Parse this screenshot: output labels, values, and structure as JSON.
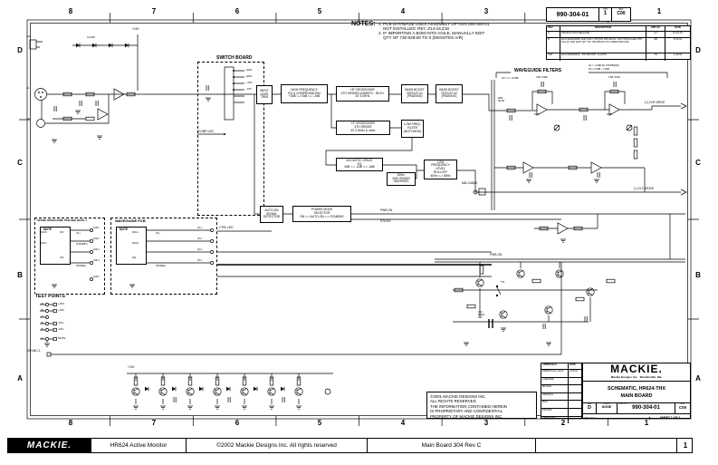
{
  "zones": {
    "top": [
      "8",
      "7",
      "6",
      "5",
      "4",
      "3",
      "1"
    ],
    "bottom": [
      "8",
      "7",
      "6",
      "5",
      "4",
      "3",
      "2",
      "1"
    ],
    "left": [
      "D",
      "C",
      "B",
      "A"
    ],
    "right": [
      "D",
      "C",
      "B",
      "A"
    ]
  },
  "doc_strip": {
    "num": "990-304-01",
    "sht_label": "SHT",
    "sht": "1",
    "rev_label": "REV",
    "rev": "C00"
  },
  "rev_table": {
    "h_rev": "REV",
    "h_desc": "DESCRIPTION",
    "h_app": "APP. BY",
    "h_date": "DATE",
    "rows": [
      {
        "rev": "A",
        "desc": "PRODUCTION RELEASE",
        "app": "AJ",
        "date": "10-22-01"
      },
      {
        "rev": "B",
        "desc": "ECO E00003358: ADD ASSY OPTION 055-304-01. NOT INSTALLED: R57, Z14-16, Z18. EDIT QTY OF 730-028-00 TO 0 (DENOTES A/R)",
        "app": "AB",
        "date": "5-14-01"
      },
      {
        "rev": "C00",
        "desc": "ECO E00004431 - KSTOR MOT. & CAPS",
        "app": "TN",
        "date": "1-28-02"
      }
    ]
  },
  "notes": {
    "title": "NOTES:",
    "body": "1. PCB DATABASE USES ASSEMBLY OPTION 055-304-01\n    NOT INSTALLED: R57, Z14-16,Z18\n2. IF IMPORTING A BOM INTO AGILE, MANUALLY EDIT\n    QTY OF 730-028-00 TO 0 (DENOTES A/R)"
  },
  "sections": {
    "switch_board": "SWITCH BOARD",
    "waveguide_filters": "WAVEGUIDE FILTERS",
    "spare_pcb": "SPARE WAVEGUIDE PCB-SEE NOTE 1",
    "waveguide_pcb": "WAVEGUIDE PCB",
    "mute": "MUTE",
    "test_points": "TEST POINTS"
  },
  "blocks": {
    "input": "INPUT\nLEVEL\nTRIM",
    "hf_eq": "HIGH FREQUENCY\nEQ & COMPENSATION\n+2dB <-> 0dB <-> -2dB",
    "hf_xover": "HF CROSSOVER\n4TH ORDER LINKWITZ - RILEY\nAT 3.0KHz",
    "bass1": "BASS BOOST\nCIRCUIT #1\n(PEAKING)",
    "bass2": "BASS BOOST\nCIRCUIT #2\n(PEAKING)",
    "lf_xover": "LF CROSSOVER\n4TH ORDER\nAT 3.0KHz & 44Hz",
    "notch": "LOW FREQ.\nFILTER\n(NOTCHING)",
    "acoustic": "ACOUSTIC SPACE\nEQ\n0dB <-> -2dB <-> -4dB",
    "hp80": "80Hz\n2ND ORDER\nHIGHPASS",
    "rolloff": "LOW\nFREQUENCY\nLEVEL\nROLLOFF\n40Hz <-> 80Hz",
    "auto_on": "AUTO-ON\nSIGNAL\nDETECTOR",
    "pwr_mode": "POWER MODE\nSELECTOR\nON <-> AUTO-ON <-> STANDBY"
  },
  "signals": {
    "comp_led": "COMP-LED",
    "ctrl_led": "CTRL-LED",
    "chf": "(+)-CHF-DRIVE",
    "clf": "(+)-CLF-DRIVE",
    "pwr_on": "PWR-ON",
    "std_by": "STD-BY",
    "drvmc": "DRVMC-1",
    "mid_cable": "MID-CABLE",
    "p15": "+15V"
  },
  "switch_board": {
    "pins": [
      "GND",
      "GND",
      "+15V",
      "-15V"
    ]
  },
  "test_points": {
    "rows": [
      {
        "pin": "J5",
        "net": "+15V"
      },
      {
        "pin": "J6",
        "net": "+15V"
      },
      {
        "pin": "J7",
        "net": ""
      },
      {
        "pin": "J8",
        "net": "-15V"
      },
      {
        "pin": "J9",
        "net": "-15V"
      },
      {
        "pin": "J2",
        "net": "MUTE"
      }
    ]
  },
  "spare_pcb": {
    "pins": [
      "Z18-1",
      "Z18-2",
      "Z18-3",
      "Z18-4",
      "Z18-5"
    ],
    "parts": [
      "Z16-B",
      "Z16-A",
      "Z14",
      "Z15"
    ],
    "leds": [
      "(XL)",
      "(STANDBY)",
      "(POWER)"
    ]
  },
  "waveguide_pcb": {
    "pins": [
      "J8-1",
      "J8-2",
      "J8-3",
      "J8-4"
    ],
    "parts": [
      "D20-A",
      "D20-B",
      "D22"
    ],
    "leds": [
      "(XL)",
      "(POWER)"
    ]
  },
  "waveguide_filters": {
    "gain": "HV = 0 - 8.0dB",
    "note1": "AV = -3.0dB (IN STOPBAND)",
    "note2": "PK = 0.5dB ~ 2.5dB",
    "c1": "C56 .039F",
    "c2": "C58 .022F",
    "r1": "R56\n49.9K",
    "z1": "Z5-A",
    "z2": "Z5-B"
  },
  "power": {
    "c41": "C41\n680uF\n25V",
    "t41": "T41"
  },
  "input_sec": {
    "j23": "J23",
    "j1": "J1",
    "j21": "J21",
    "d": "LL4148"
  },
  "copyright": "©2001 MACKIE DESIGNS INC.\nALL RIGHTS RESERVED\nTHE INFORMATION CONTAINED HEREIN\nIS PROPRIETARY AND CONFIDENTIAL\nPROPERTY OF MACKIE DESIGNS INC.",
  "approvals": {
    "h1": "APPROVALS",
    "h2": "DATE",
    "rows": [
      {
        "l": "DRAWN  Cam Jones",
        "d": "3-15-01"
      },
      {
        "l": "CHECKED",
        "d": ""
      },
      {
        "l": "MF ENG",
        "d": ""
      },
      {
        "l": "IND/QUAL",
        "d": ""
      },
      {
        "l": "MFG",
        "d": ""
      },
      {
        "l": "HW ENG",
        "d": ""
      },
      {
        "l": "APPROVED",
        "d": ""
      }
    ]
  },
  "title_block": {
    "logo": "MACKIE.",
    "tagline": "Mackie Designs Inc.   Woodinville, Wa.",
    "line1": "SCHEMATIC, HR624-THX",
    "line2": "MAIN BOARD",
    "size_label": "SIZE",
    "size": "D",
    "scale_label": "SCALE:",
    "scale": "NONE",
    "dwg_label": "DWG. NO.",
    "dwg": "990-304-01",
    "rev_label": "REV",
    "rev": "C00",
    "file_label": "DWG FILE:",
    "sheet": "SHEET 1 OF 2"
  },
  "footer": {
    "logo": "MACKIE.",
    "product": "HR624 Active Monitor",
    "copyright": "©2002 Mackie Designs Inc. All rights reserved",
    "board": "Main Board 304 Rev C",
    "page": "1"
  }
}
